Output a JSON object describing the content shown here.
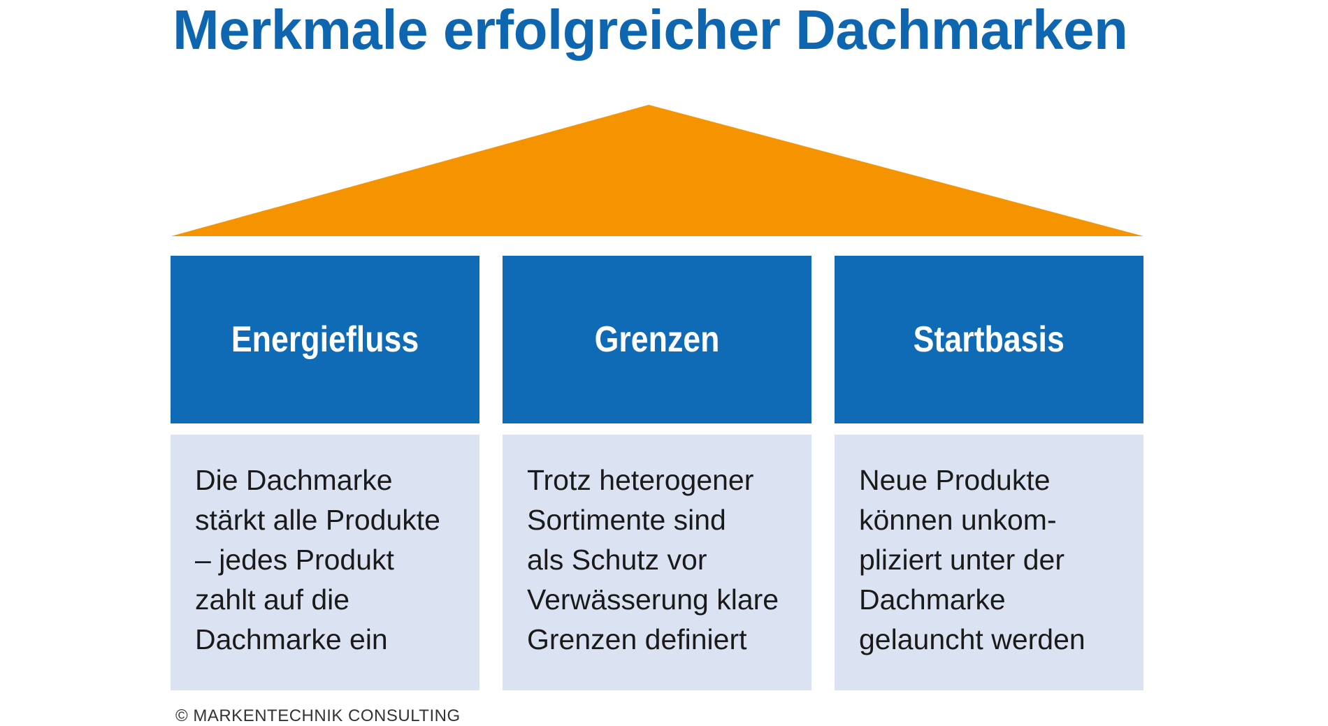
{
  "title": "Merkmale erfolgreicher Dachmarken",
  "colors": {
    "title": "#0f66b0",
    "roof": "#f59300",
    "pillar_head": "#0f6bb5",
    "pillar_body": "#dbe3f3"
  },
  "pillars": [
    {
      "heading": "Energiefluss",
      "text": "Die Dachmarke\nstärkt alle Produkte\n– jedes Produkt\nzahlt auf die\nDachmarke ein"
    },
    {
      "heading": "Grenzen",
      "text": "Trotz heterogener\nSortimente sind\nals Schutz vor\nVerwässerung klare\nGrenzen definiert"
    },
    {
      "heading": "Startbasis",
      "text": "Neue Produkte\nkönnen unkom-\npliziert unter der\nDachmarke\ngelauncht werden"
    }
  ],
  "copyright": "© MARKENTECHNIK CONSULTING"
}
